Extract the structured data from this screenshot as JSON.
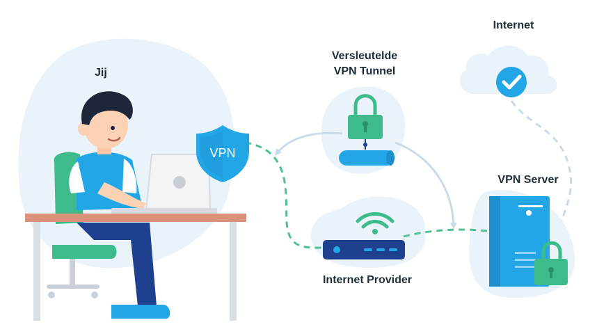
{
  "labels": {
    "you": "Jij",
    "tunnel_line1": "Versleutelde",
    "tunnel_line2": "VPN Tunnel",
    "internet": "Internet",
    "vpn_server": "VPN Server",
    "internet_provider": "Internet Provider",
    "vpn_badge": "VPN"
  },
  "colors": {
    "blob": "#eaf3fa",
    "accent_blue": "#22a6e6",
    "dark_blue": "#1f3f8f",
    "green": "#3dbb8a",
    "dashed_green": "#4fc08f",
    "arrow_grey": "#c9dbe8",
    "desk": "#d9917a"
  }
}
